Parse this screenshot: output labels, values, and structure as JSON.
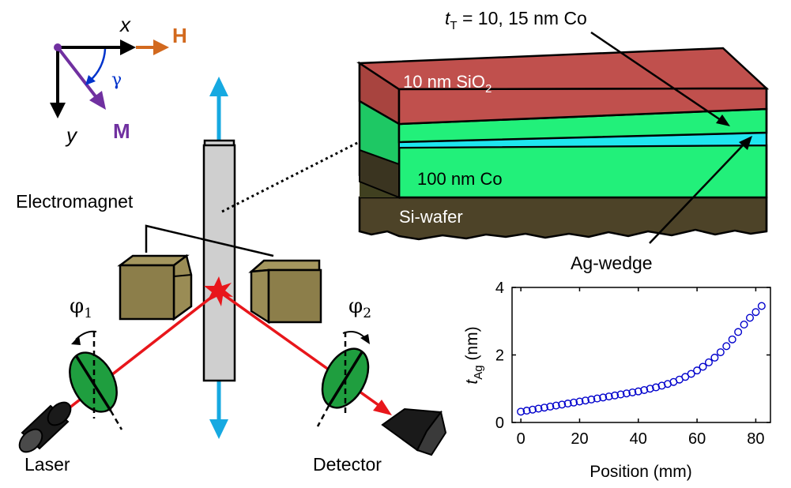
{
  "axes_legend": {
    "x": "x",
    "y": "y",
    "field": "H",
    "magnetization": "M",
    "angle": "γ"
  },
  "setup": {
    "electromagnet": "Electromagnet",
    "laser": "Laser",
    "detector": "Detector",
    "phi1": "φ",
    "phi1_sub": "1",
    "phi2": "φ",
    "phi2_sub": "2"
  },
  "stack": {
    "top_note_t": "t",
    "top_note_sub": "T",
    "top_note_rest": " = 10, 15 nm Co",
    "sio2": "10 nm SiO",
    "sio2_sub": "2",
    "co": "100 nm Co",
    "si": "Si-wafer",
    "ag": "Ag-wedge"
  },
  "colors": {
    "sio2": "#c0504d",
    "co": "#22f07a",
    "ag": "#1ee6f0",
    "si": "#4d4328",
    "laser": "#e8161b",
    "arrow_blue": "#16a9e1",
    "magnet": "#8c7e4a",
    "m_vector": "#7030a0",
    "h_vector": "#d2691e"
  },
  "chart_data": {
    "type": "scatter",
    "xlabel": "Position (mm)",
    "ylabel_main": "t",
    "ylabel_sub": "Ag",
    "ylabel_unit": " (nm)",
    "xlim": [
      -3,
      85
    ],
    "ylim": [
      0,
      4
    ],
    "xticks": [
      0,
      20,
      40,
      60,
      80
    ],
    "yticks": [
      0,
      2,
      4
    ],
    "marker_color": "#0000cc",
    "x": [
      0,
      2,
      4,
      6,
      8,
      10,
      12,
      14,
      16,
      18,
      20,
      22,
      24,
      26,
      28,
      30,
      32,
      34,
      36,
      38,
      40,
      42,
      44,
      46,
      48,
      50,
      52,
      54,
      56,
      58,
      60,
      62,
      64,
      66,
      68,
      70,
      72,
      74,
      76,
      78,
      80,
      82
    ],
    "y": [
      0.32,
      0.35,
      0.38,
      0.41,
      0.44,
      0.47,
      0.5,
      0.53,
      0.56,
      0.59,
      0.62,
      0.65,
      0.68,
      0.71,
      0.74,
      0.77,
      0.8,
      0.83,
      0.86,
      0.89,
      0.92,
      0.96,
      1.0,
      1.04,
      1.09,
      1.14,
      1.2,
      1.27,
      1.35,
      1.44,
      1.54,
      1.65,
      1.78,
      1.92,
      2.08,
      2.26,
      2.46,
      2.68,
      2.9,
      3.1,
      3.27,
      3.45
    ]
  }
}
